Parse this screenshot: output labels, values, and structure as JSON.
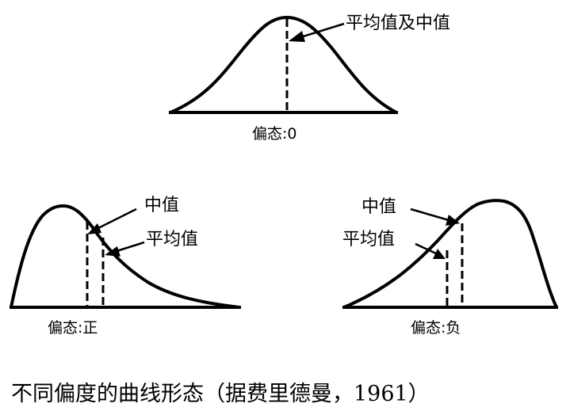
{
  "top": {
    "label": "平均值及中值",
    "skew": "偏态:0"
  },
  "left": {
    "median_label": "中值",
    "mean_label": "平均值",
    "skew": "偏态:正"
  },
  "right": {
    "median_label": "中值",
    "mean_label": "平均值",
    "skew": "偏态:负"
  },
  "caption": "不同偏度的曲线形态（据费里德曼，1961）"
}
